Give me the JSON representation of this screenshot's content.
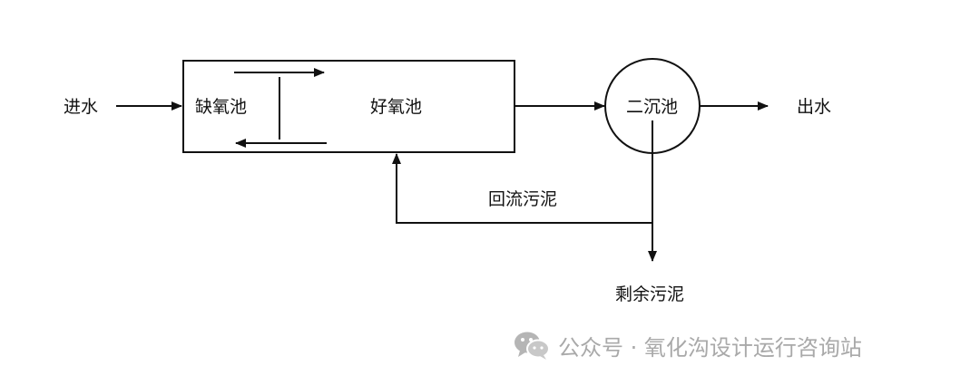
{
  "diagram": {
    "inlet_label": "进水",
    "anoxic_label": "缺氧池",
    "aerobic_label": "好氧池",
    "clarifier_label": "二沉池",
    "outlet_label": "出水",
    "return_sludge_label": "回流污泥",
    "excess_sludge_label": "剩余污泥"
  },
  "watermark": {
    "text": "公众号 · 氧化沟设计运行咨询站",
    "icon": "wechat-icon",
    "color": "#a9a9a9"
  }
}
